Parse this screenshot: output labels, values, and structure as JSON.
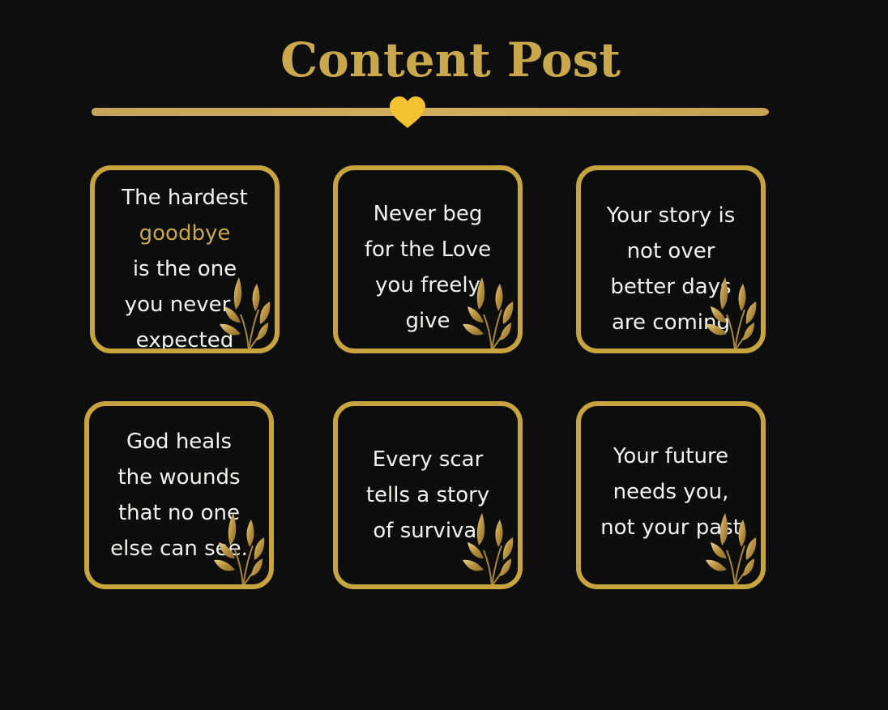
{
  "title": "Content Post",
  "colors": {
    "background": "#0e0e0e",
    "accent_gold": "#c8a43f",
    "heart": "#f2c230",
    "text": "#f2f2ee"
  },
  "divider": {
    "icon": "heart-icon"
  },
  "cards": [
    {
      "lines": [
        "The hardest",
        "goodbye",
        "is the one",
        "you never",
        "expected"
      ],
      "highlight": "goodbye",
      "icon": "golden-leaves-icon"
    },
    {
      "lines": [
        "Never beg",
        "for the Love",
        "you freely",
        "give"
      ],
      "icon": "golden-leaves-icon"
    },
    {
      "lines": [
        "Your story is",
        "not over",
        "better days",
        "are coming"
      ],
      "icon": "golden-leaves-icon"
    },
    {
      "lines": [
        "God heals",
        "the wounds",
        "that no one",
        "else can see."
      ],
      "icon": "golden-leaves-icon"
    },
    {
      "lines": [
        "Every scar",
        "tells a story",
        "of survival"
      ],
      "icon": "golden-leaves-icon"
    },
    {
      "lines": [
        "Your future",
        "needs you,",
        "not your past"
      ],
      "icon": "golden-leaves-icon"
    }
  ]
}
